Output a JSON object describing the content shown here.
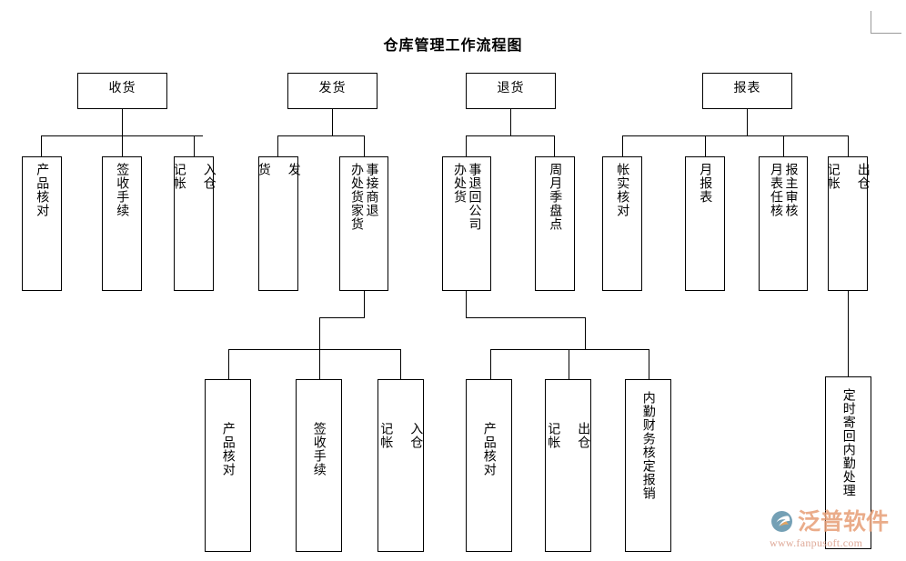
{
  "document": {
    "title": "仓库管理工作流程图",
    "page_corner_guide": true
  },
  "watermark": {
    "brand": "泛普软件",
    "url": "www.fanpusoft.com",
    "logo_color": "#e79a6a",
    "text_color": "#e8a17a"
  },
  "theme": {
    "line_color": "#000000",
    "box_border": "#000000",
    "background": "#ffffff",
    "text_color": "#000000"
  },
  "chart_data": {
    "type": "diagram",
    "diagram_kind": "org-tree-flowchart",
    "title": "仓库管理工作流程图",
    "orientation": "top-down",
    "text_direction": "vertical-rl",
    "nodes": [
      {
        "id": "n1",
        "label": "收货",
        "level": 1,
        "columns": [
          "收货"
        ]
      },
      {
        "id": "n2",
        "label": "发货",
        "level": 1,
        "columns": [
          "发货"
        ]
      },
      {
        "id": "n3",
        "label": "退货",
        "level": 1,
        "columns": [
          "退货"
        ]
      },
      {
        "id": "n4",
        "label": "报表",
        "level": 1,
        "columns": [
          "报表"
        ]
      },
      {
        "id": "n5",
        "label": "产品核对",
        "level": 2,
        "columns": [
          "产品核对"
        ]
      },
      {
        "id": "n6",
        "label": "签收手续",
        "level": 2,
        "columns": [
          "签收手续"
        ]
      },
      {
        "id": "n7",
        "label": "入仓 记帐",
        "level": 2,
        "columns": [
          "入仓\n\n记帐"
        ]
      },
      {
        "id": "n8",
        "label": "发 货",
        "level": 2,
        "columns": [
          "发\n\n货"
        ]
      },
      {
        "id": "n9",
        "label": "接商家退货事处办",
        "level": 2,
        "columns": [
          "事接商退",
          "办处货家货"
        ]
      },
      {
        "id": "n10",
        "label": "退回公司事处办",
        "level": 2,
        "columns": [
          "事退回公司",
          "办处货"
        ]
      },
      {
        "id": "n11",
        "label": "周月季盘点",
        "level": 2,
        "columns": [
          "周月季盘点"
        ]
      },
      {
        "id": "n12",
        "label": "帐实核对",
        "level": 2,
        "columns": [
          "帐实核对"
        ]
      },
      {
        "id": "n13",
        "label": "月报表",
        "level": 2,
        "columns": [
          "月报表"
        ]
      },
      {
        "id": "n14",
        "label": "报主任审核月表",
        "level": 2,
        "columns": [
          "报主审核",
          "月表任核"
        ]
      },
      {
        "id": "n15",
        "label": "出仓 记帐",
        "level": 2,
        "columns": [
          "出仓\n\n记帐"
        ]
      },
      {
        "id": "n16",
        "label": "产品核对",
        "level": 3,
        "columns": [
          "产品核对"
        ]
      },
      {
        "id": "n17",
        "label": "签收手续",
        "level": 3,
        "columns": [
          "签收手续"
        ]
      },
      {
        "id": "n18",
        "label": "入仓 记帐",
        "level": 3,
        "columns": [
          "入仓\n\n记帐"
        ]
      },
      {
        "id": "n19",
        "label": "产品核对",
        "level": 3,
        "columns": [
          "产品核对"
        ]
      },
      {
        "id": "n20",
        "label": "出仓 记帐",
        "level": 3,
        "columns": [
          "出仓\n\n记帐"
        ]
      },
      {
        "id": "n21",
        "label": "内勤财务核定报销",
        "level": 3,
        "columns": [
          "内勤财务核定报销"
        ]
      },
      {
        "id": "n22",
        "label": "定时寄回内勤处理",
        "level": 3,
        "columns": [
          "定时寄回内勤处理"
        ]
      }
    ],
    "edges": [
      {
        "from": "n1",
        "to": "n5"
      },
      {
        "from": "n1",
        "to": "n6"
      },
      {
        "from": "n1",
        "to": "n7"
      },
      {
        "from": "n2",
        "to": "n8"
      },
      {
        "from": "n2",
        "to": "n9"
      },
      {
        "from": "n3",
        "to": "n10"
      },
      {
        "from": "n3",
        "to": "n11"
      },
      {
        "from": "n4",
        "to": "n12"
      },
      {
        "from": "n4",
        "to": "n13"
      },
      {
        "from": "n4",
        "to": "n14"
      },
      {
        "from": "n4",
        "to": "n15"
      },
      {
        "from": "n9",
        "to": "n16"
      },
      {
        "from": "n9",
        "to": "n17"
      },
      {
        "from": "n9",
        "to": "n18"
      },
      {
        "from": "n10",
        "to": "n19"
      },
      {
        "from": "n10",
        "to": "n20"
      },
      {
        "from": "n10",
        "to": "n21"
      },
      {
        "from": "n15",
        "to": "n22"
      }
    ]
  }
}
